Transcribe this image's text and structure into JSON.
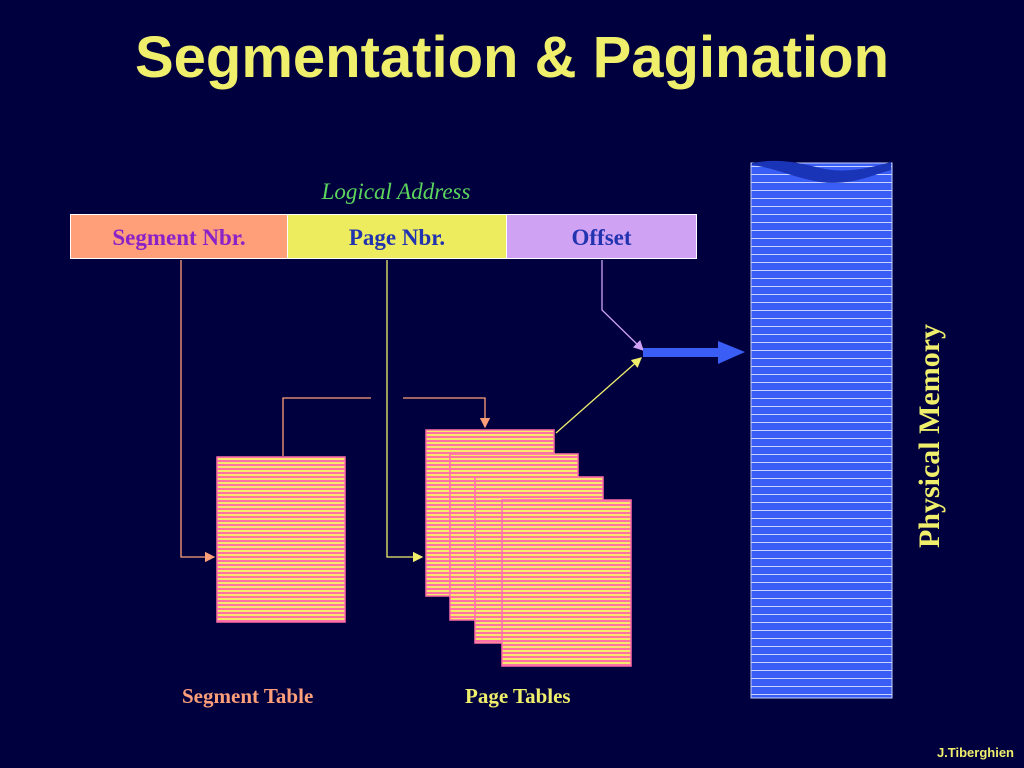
{
  "title": "Segmentation & Pagination",
  "logical_address": {
    "label": "Logical Address",
    "fields": [
      "Segment Nbr.",
      "Page Nbr.",
      "Offset"
    ]
  },
  "captions": {
    "segment_table": "Segment Table",
    "page_tables": "Page Tables",
    "physical_memory": "Physical Memory"
  },
  "author": "J.Tiberghien",
  "colors": {
    "background": "#00003f",
    "title": "#f0ef6c",
    "segment": "#ff9f79",
    "page": "#ecec5e",
    "offset": "#cfa2f4",
    "memory": "#3a5ef5",
    "table_stripe_a": "#ff6fa8",
    "table_stripe_b": "#f5e86a"
  }
}
